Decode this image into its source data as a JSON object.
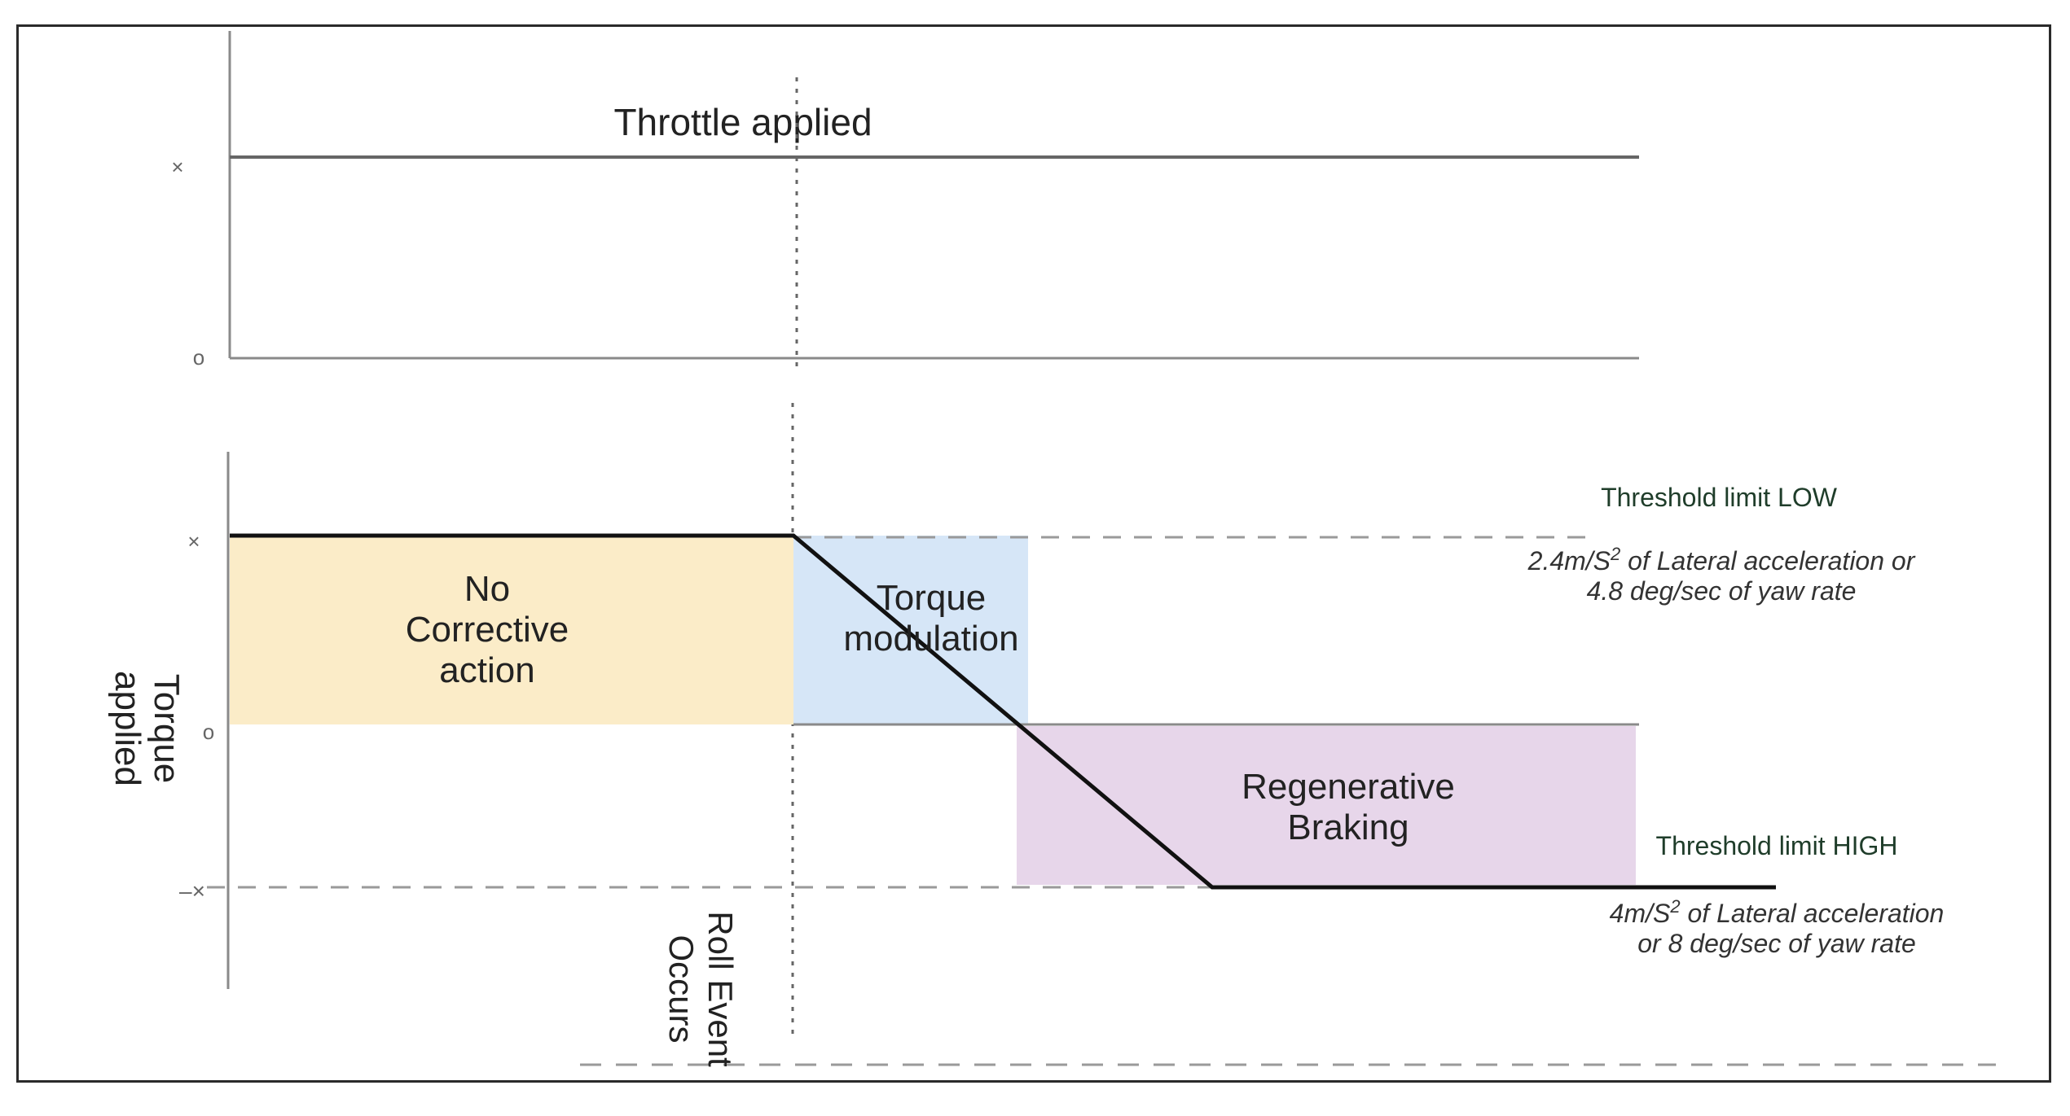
{
  "top_panel": {
    "title": "Throttle applied",
    "y_tick_high": "×",
    "y_tick_zero": "o"
  },
  "bottom_panel": {
    "y_axis_label_line1": "Torque",
    "y_axis_label_line2": "applied",
    "y_tick_high": "×",
    "y_tick_zero": "o",
    "y_tick_low": "–×",
    "x_event_label_line1": "Roll Event",
    "x_event_label_line2": "Occurs",
    "regions": {
      "no_corrective_line1": "No",
      "no_corrective_line2": "Corrective",
      "no_corrective_line3": "action",
      "torque_mod_line1": "Torque",
      "torque_mod_line2": "modulation",
      "regen_line1": "Regenerative",
      "regen_line2": "Braking"
    },
    "threshold_low": {
      "title": "Threshold limit LOW",
      "line1_prefix": "2.4m/S",
      "line1_sup": "2",
      "line1_suffix": " of Lateral acceleration or",
      "line2": "4.8 deg/sec of yaw rate"
    },
    "threshold_high": {
      "title": "Threshold limit HIGH",
      "line1_prefix": "4m/S",
      "line1_sup": "2",
      "line1_suffix": " of Lateral acceleration",
      "line2": "or 8 deg/sec of yaw rate"
    }
  },
  "colors": {
    "no_corrective_fill": "#fbecc8",
    "torque_mod_fill": "#d6e6f7",
    "regen_fill": "#e7d6ea",
    "threshold_text": "#1f3d2a",
    "axis": "#8a8a8a",
    "curve": "#111111"
  }
}
